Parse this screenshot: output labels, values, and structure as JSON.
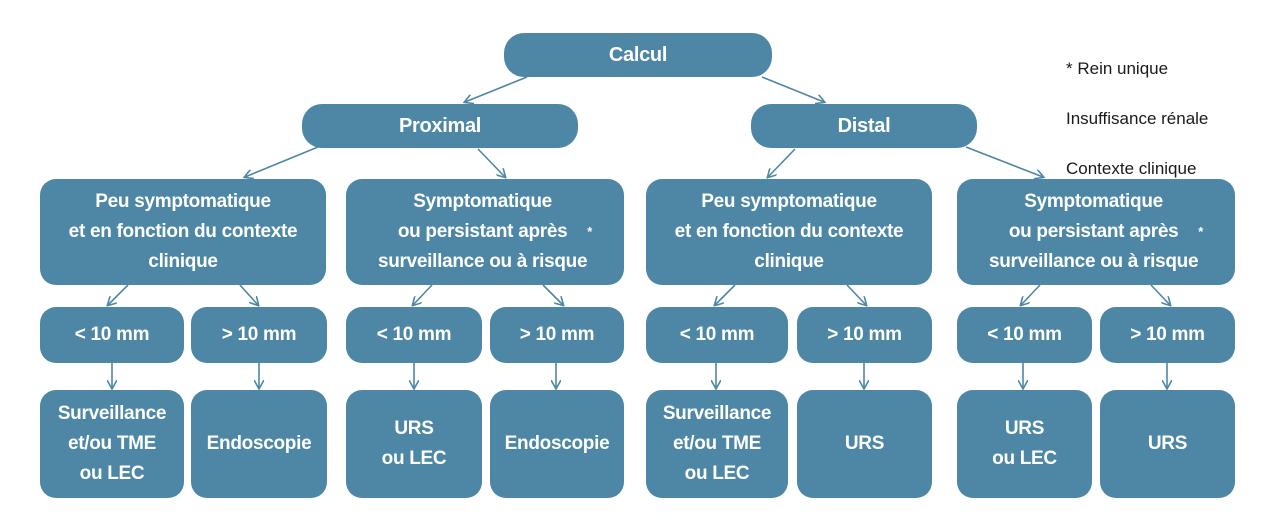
{
  "note": {
    "line1": "* Rein unique",
    "line2": "Insuffisance rénale",
    "line3": "Contexte clinique"
  },
  "nodes": {
    "root": "Calcul",
    "proximal": "Proximal",
    "distal": "Distal",
    "p_peu": "Peu symptomatique\net en fonction du contexte\nclinique",
    "p_symp": "Symptomatique\nou persistant après\nsurveillance ou à risque",
    "d_peu": "Peu symptomatique\net en fonction du contexte\nclinique",
    "d_symp": "Symptomatique\nou persistant après\nsurveillance ou à risque",
    "p_peu_lt": "< 10 mm",
    "p_peu_gt": "> 10 mm",
    "p_symp_lt": "< 10 mm",
    "p_symp_gt": "> 10 mm",
    "d_peu_lt": "< 10 mm",
    "d_peu_gt": "> 10 mm",
    "d_symp_lt": "< 10 mm",
    "d_symp_gt": "> 10 mm",
    "p_peu_lt_leaf": "Surveillance\net/ou TME\nou LEC",
    "p_peu_gt_leaf": "Endoscopie",
    "p_symp_lt_leaf": "URS\nou LEC",
    "p_symp_gt_leaf": "Endoscopie",
    "d_peu_lt_leaf": "Surveillance\net/ou TME\nou LEC",
    "d_peu_gt_leaf": "URS",
    "d_symp_lt_leaf": "URS\nou LEC",
    "d_symp_gt_leaf": "URS"
  },
  "risk_marker": "*",
  "colors": {
    "node_fill": "#4d87a5",
    "node_text": "#ffffff",
    "arrow": "#4d87a5",
    "note_text": "#1a1a1a"
  }
}
